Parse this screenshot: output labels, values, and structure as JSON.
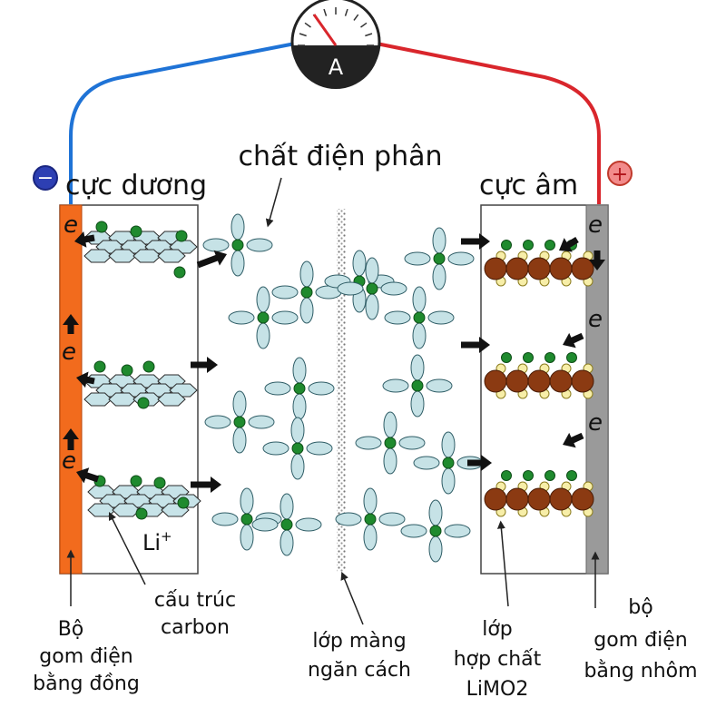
{
  "meter": {
    "symbol": "A"
  },
  "labels": {
    "electrolyte": "chất điện phân",
    "left_electrode": "cực dương",
    "right_electrode": "cực âm",
    "minus_sign": "−",
    "plus_sign": "+",
    "li_ion": "Li",
    "li_ion_sup": "+",
    "electron": "e",
    "copper_collector": [
      "Bộ",
      "gom điện",
      "bằng đồng"
    ],
    "carbon_structure": [
      "cấu trúc",
      "carbon"
    ],
    "separator": [
      "lớp màng",
      "ngăn cách"
    ],
    "limo2_layer": [
      "lớp",
      "hợp chất",
      "LiMO2"
    ],
    "aluminum_collector": [
      "bộ",
      "gom điện",
      "bằng nhôm"
    ]
  },
  "colors": {
    "wire_negative": "#1f73d6",
    "wire_positive": "#d9262c",
    "copper": "#f26b1d",
    "aluminum": "#9a9a9a",
    "lithium": "#1f8a2e",
    "molecule": "#c6e2e6",
    "metal_oxide": "#8b3a12",
    "oxygen": "#f7eea8"
  }
}
